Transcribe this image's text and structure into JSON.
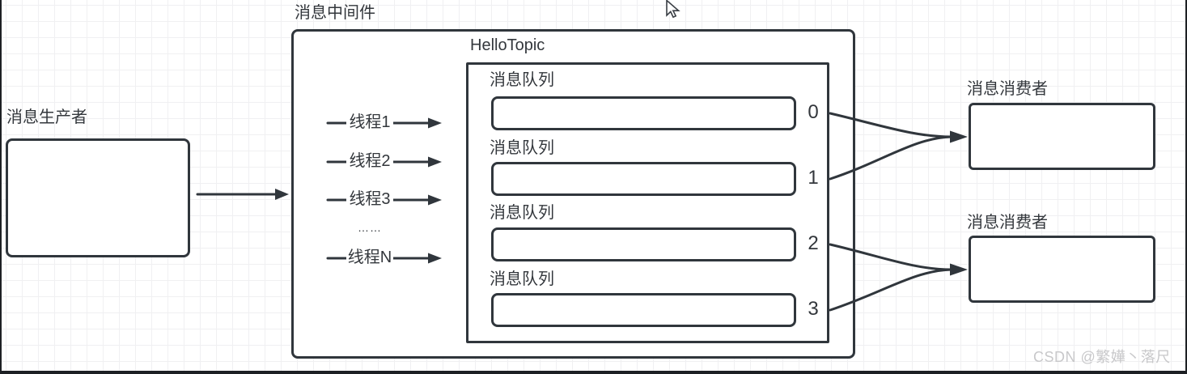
{
  "colors": {
    "stroke": "#30363c",
    "text": "#33373c",
    "grid_line": "#f0f0f2",
    "watermark": "#c8c8ca",
    "edge": "#1d2024"
  },
  "producer": {
    "label": "消息生产者"
  },
  "middleware": {
    "label": "消息中间件",
    "topic_title": "HelloTopic",
    "threads": [
      {
        "label": "线程1"
      },
      {
        "label": "线程2"
      },
      {
        "label": "线程3"
      },
      {
        "label": "线程N"
      }
    ],
    "ellipsis": "……",
    "queues": [
      {
        "label": "消息队列",
        "partition": "0"
      },
      {
        "label": "消息队列",
        "partition": "1"
      },
      {
        "label": "消息队列",
        "partition": "2"
      },
      {
        "label": "消息队列",
        "partition": "3"
      }
    ]
  },
  "consumers": [
    {
      "label": "消息消费者"
    },
    {
      "label": "消息消费者"
    }
  ],
  "watermark": {
    "text": "CSDN @繁嬅丶落尺"
  }
}
